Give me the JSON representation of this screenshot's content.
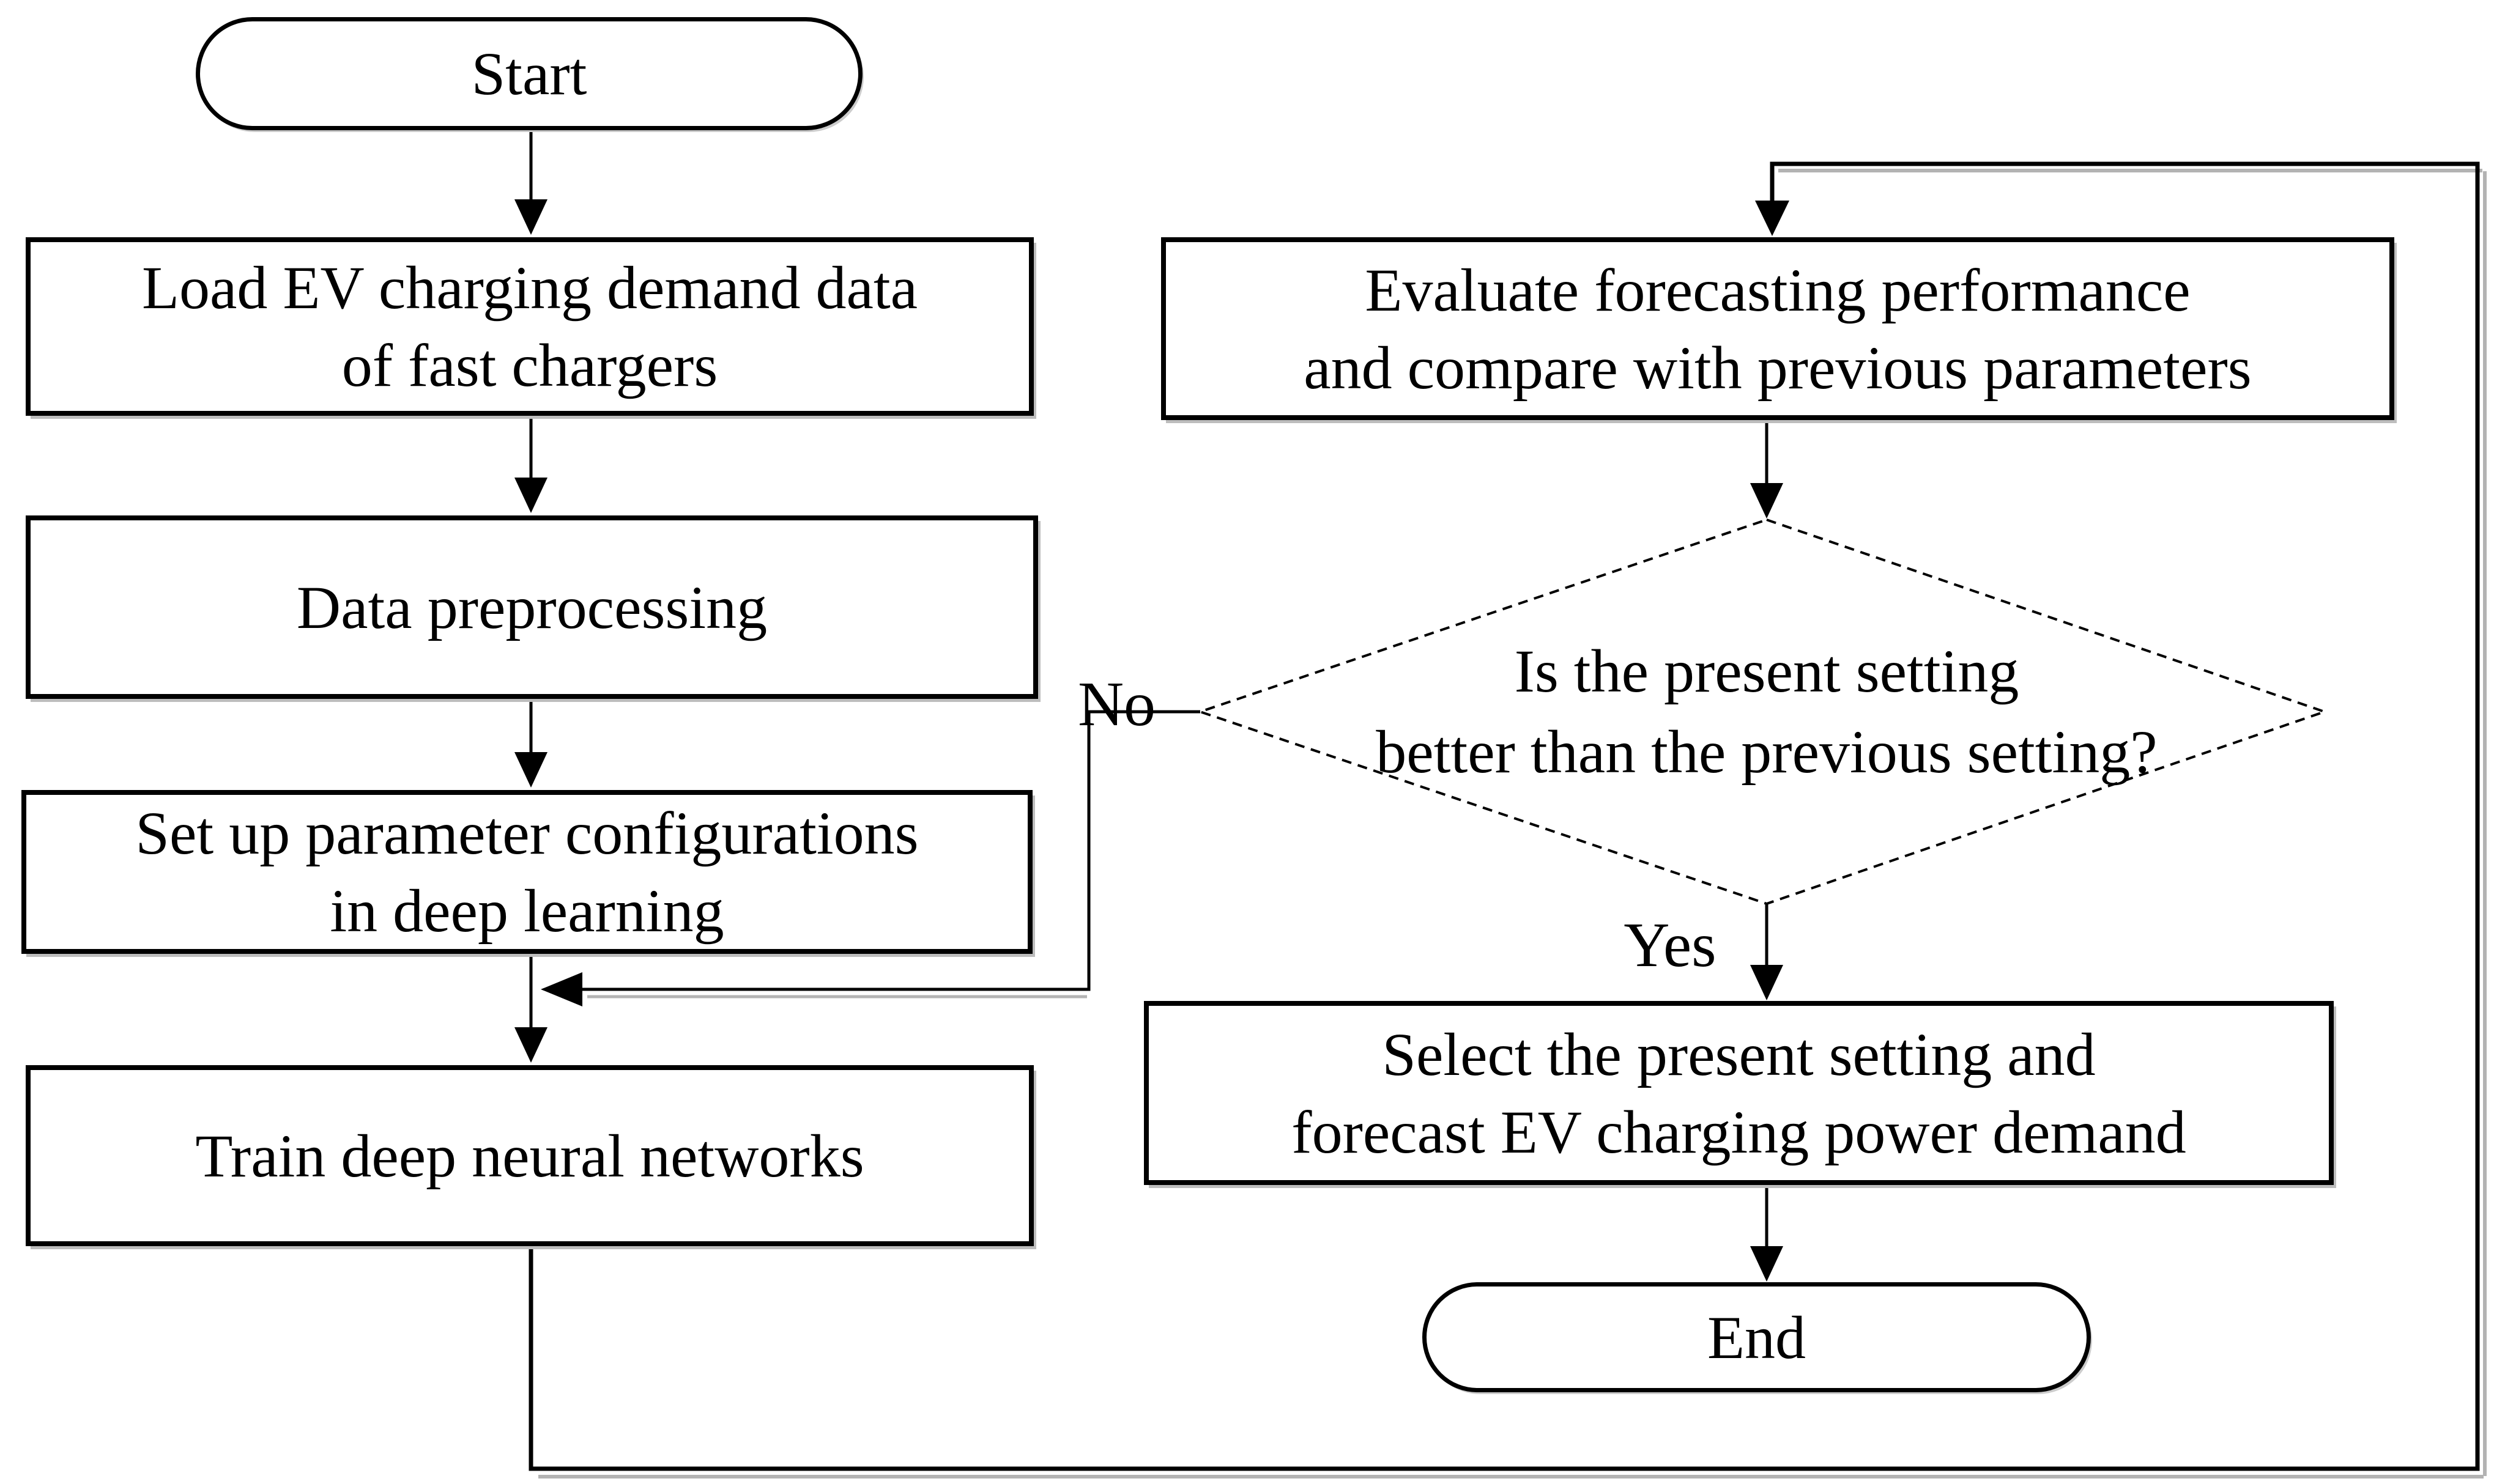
{
  "diagram": {
    "type": "flowchart",
    "background_color": "#ffffff",
    "line_color": "#000000",
    "shadow_color": "#bdbdbd",
    "nodes": {
      "start": {
        "shape": "terminator",
        "label": "Start"
      },
      "load_data": {
        "shape": "process",
        "lines": [
          "Load EV charging demand data",
          "of fast chargers"
        ]
      },
      "preprocess": {
        "shape": "process",
        "label": "Data preprocessing"
      },
      "setup_params": {
        "shape": "process",
        "lines": [
          "Set up parameter configurations",
          "in deep learning"
        ]
      },
      "train": {
        "shape": "process",
        "label": "Train deep neural networks"
      },
      "evaluate": {
        "shape": "process",
        "lines": [
          "Evaluate forecasting performance",
          "and compare with previous parameters"
        ]
      },
      "decision": {
        "shape": "decision",
        "lines": [
          "Is the present setting",
          "better than the previous setting?"
        ]
      },
      "select_forecast": {
        "shape": "process",
        "lines": [
          "Select the present setting and",
          "forecast EV charging power demand"
        ]
      },
      "end": {
        "shape": "terminator",
        "label": "End"
      }
    },
    "edge_labels": {
      "no": "No",
      "yes": "Yes"
    },
    "edges": [
      {
        "from": "start",
        "to": "load_data"
      },
      {
        "from": "load_data",
        "to": "preprocess"
      },
      {
        "from": "preprocess",
        "to": "setup_params"
      },
      {
        "from": "setup_params",
        "to": "train"
      },
      {
        "from": "train",
        "to": "evaluate",
        "route": "down-right-up feedback loop"
      },
      {
        "from": "evaluate",
        "to": "decision"
      },
      {
        "from": "decision",
        "to": "setup_params-train-connector",
        "label": "No"
      },
      {
        "from": "decision",
        "to": "select_forecast",
        "label": "Yes"
      },
      {
        "from": "select_forecast",
        "to": "end"
      }
    ]
  }
}
